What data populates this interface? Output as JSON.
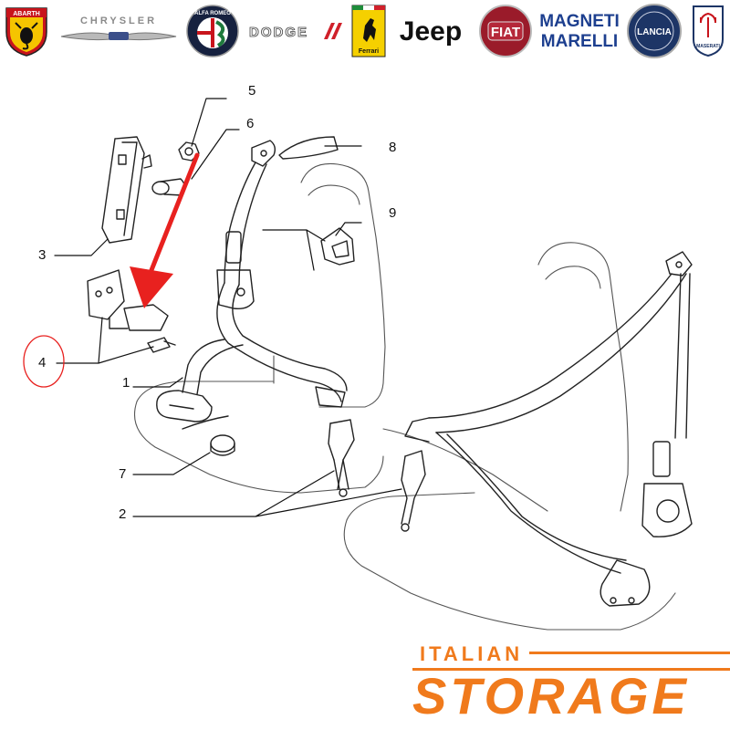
{
  "brands": {
    "abarth": "ABARTH",
    "chrysler": "CHRYSLER",
    "alfa_romeo": "ALFA ROMEO",
    "dodge": "DODGE",
    "ferrari": "Ferrari",
    "jeep": "Jeep",
    "fiat": "FIAT",
    "magneti_line1": "MAGNETI",
    "magneti_line2": "MARELLI",
    "lancia": "LANCIA",
    "maserati": "MASERATI"
  },
  "callouts": [
    "1",
    "2",
    "3",
    "4",
    "5",
    "6",
    "7",
    "8",
    "9"
  ],
  "highlight": {
    "arrow_color": "#e8211f",
    "circle_color": "#e8211f",
    "highlighted_callout": "4"
  },
  "footer": {
    "line1": "ITALIAN",
    "line2": "STORAGE",
    "color": "#f07a1c"
  },
  "icons": [
    "abarth-scorpion-icon",
    "ferrari-horse-icon",
    "maserati-trident-icon"
  ]
}
